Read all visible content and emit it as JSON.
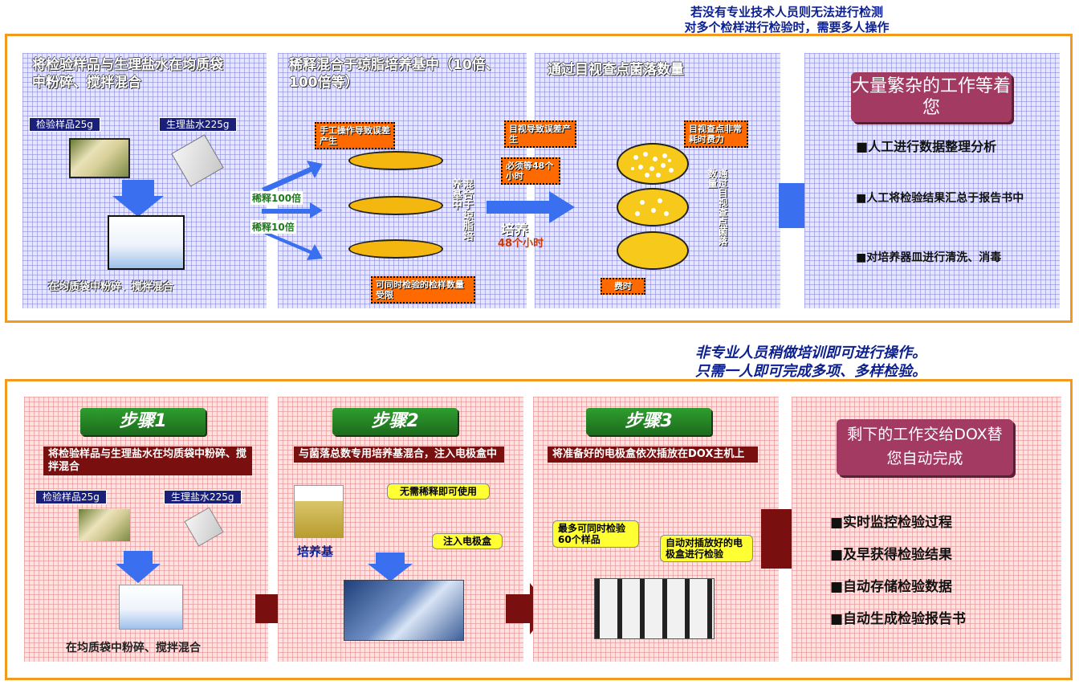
{
  "top_note": {
    "line1": "若没有专业技术人员则无法进行检测",
    "line2": "对多个检样进行检验时，需要多人操作"
  },
  "top": {
    "col1": {
      "heading": "将检验样品与生理盐水在均质袋中粉碎、搅拌混合",
      "sample_label": "检验样品25g",
      "saline_label": "生理盐水225g",
      "caption": "在均质袋中粉碎、搅拌混合"
    },
    "col2": {
      "heading": "稀释混合于琼脂培养基中（10倍、100倍等）",
      "dilute_100": "稀释100倍",
      "dilute_10": "稀释10倍",
      "callout_manual": "手工操作导致误差产生",
      "callout_limit": "可同时检验的检样数量受限",
      "vertical_text": "混合于琼脂培养基中"
    },
    "col3": {
      "heading": "通过目视查点菌落数量",
      "callout_visual": "目视导致误差产生",
      "callout_wait": "必须等48个小时",
      "incubate_label": "培养",
      "incubate_time": "48个小时",
      "callout_effort": "目视查点非常耗时费力",
      "callout_time": "费时",
      "vertical_text": "通过目视查点菌落数量"
    },
    "col4": {
      "title": "大量繁杂的工作等着您",
      "items": [
        "■人工进行数据整理分析",
        "■人工将检验结果汇总于报告书中",
        "■对培养器皿进行清洗、消毒"
      ]
    }
  },
  "bottom_note": {
    "line1": "非专业人员稍做培训即可进行操作。",
    "line2": "只需一人即可完成多项、多样检验。"
  },
  "bottom": {
    "step1": {
      "badge": "步骤1",
      "banner": "将检验样品与生理盐水在均质袋中粉碎、搅拌混合",
      "sample_label": "检验样品25g",
      "saline_label": "生理盐水225g",
      "caption": "在均质袋中粉碎、搅拌混合"
    },
    "step2": {
      "badge": "步骤2",
      "banner": "与菌落总数专用培养基混合，注入电极盒中",
      "callout_no_dilute": "无需稀释即可使用",
      "medium_label": "培养基",
      "callout_inject": "注入电极盒"
    },
    "step3": {
      "badge": "步骤3",
      "banner": "将准备好的电极盒依次插放在DOX主机上",
      "callout_max": "最多可同时检验60个样品",
      "callout_auto": "自动对插放好的电极盒进行检验"
    },
    "result": {
      "title": "剩下的工作交给DOX替您自动完成",
      "items": [
        "■实时监控检验过程",
        "■及早获得检验结果",
        "■自动存储检验数据",
        "■自动生成检验报告书"
      ]
    }
  },
  "colors": {
    "frame": "#f29a1e",
    "maroon": "#a23a62",
    "step_green": "#2f9e2f",
    "callout_orange": "#ff6a00"
  }
}
